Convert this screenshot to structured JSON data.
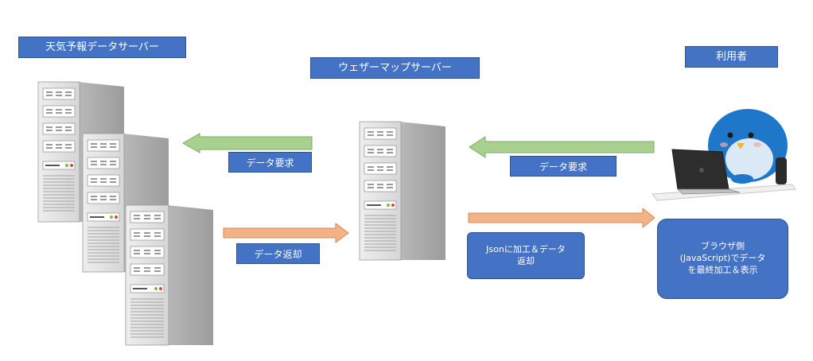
{
  "titles": {
    "weather_server": "天気予報データサーバー",
    "map_server": "ウェザーマップサーバー",
    "user": "利用者"
  },
  "edges": {
    "request_left": "データ要求",
    "return_left": "データ返却",
    "request_right": "データ要求",
    "process_line1": "Jsonに加工＆データ",
    "process_line2": "返却"
  },
  "browser_note": {
    "line1": "ブラウザ側",
    "line2": "(JavaScript)でデータ",
    "line3": "を最終加工＆表示"
  },
  "colors": {
    "box_fill": "#4472c4",
    "request_arrow": "#a9d18e",
    "return_arrow": "#f4b183",
    "server_body": "#d9d9d9",
    "mascot_blue": "#1f77c9"
  }
}
